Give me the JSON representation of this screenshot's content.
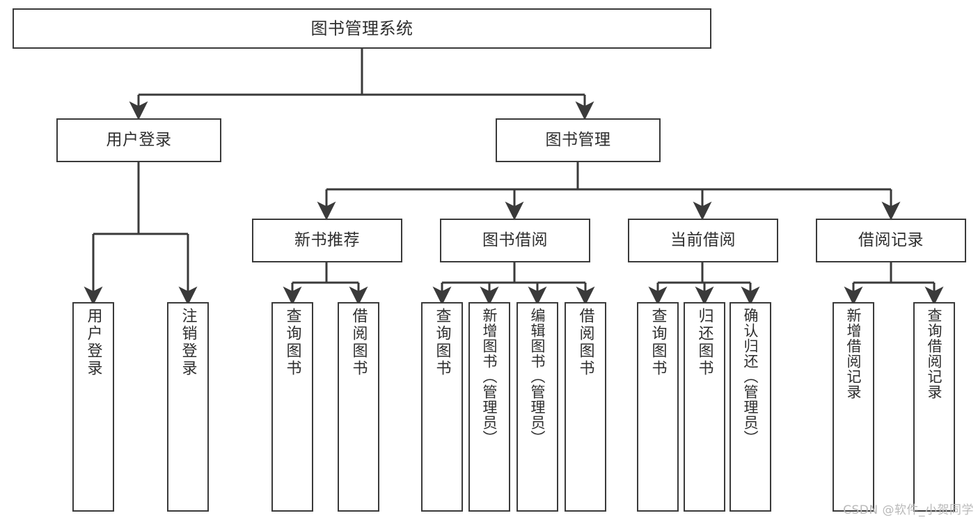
{
  "diagram": {
    "kind": "hierarchy-tree",
    "title": "图书管理系统",
    "watermark": "CSDN @软件_小贺同学",
    "colors": {
      "background": "#ffffff",
      "box_border": "#3a3a3a",
      "edge": "#3a3a3a",
      "text": "#2e2e2e",
      "watermark": "#b9b9b9"
    },
    "nodes": {
      "root": {
        "label": "图书管理系统",
        "level": 0
      },
      "user_login": {
        "label": "用户登录",
        "level": 1
      },
      "book_manage": {
        "label": "图书管理",
        "level": 1
      },
      "new_book_rec": {
        "label": "新书推荐",
        "level": 2
      },
      "book_borrow": {
        "label": "图书借阅",
        "level": 2
      },
      "current_borrow": {
        "label": "当前借阅",
        "level": 2
      },
      "borrow_record": {
        "label": "借阅记录",
        "level": 2
      },
      "leaf_user_login": {
        "label": "用户登录",
        "level": 3
      },
      "leaf_logout_login": {
        "label": "注销登录",
        "level": 3
      },
      "leaf_query_book_a": {
        "label": "查询图书",
        "level": 3
      },
      "leaf_borrow_book_a": {
        "label": "借阅图书",
        "level": 3
      },
      "leaf_query_book_b": {
        "label": "查询图书",
        "level": 3
      },
      "leaf_add_book_admin": {
        "label": "新增图书（管理员）",
        "level": 3
      },
      "leaf_edit_book_admin": {
        "label": "编辑图书（管理员）",
        "level": 3
      },
      "leaf_borrow_book_b": {
        "label": "借阅图书",
        "level": 3
      },
      "leaf_query_book_c": {
        "label": "查询图书",
        "level": 3
      },
      "leaf_return_book": {
        "label": "归还图书",
        "level": 3
      },
      "leaf_confirm_return_admin": {
        "label": "确认归还（管理员）",
        "level": 3
      },
      "leaf_add_borrow_record": {
        "label": "新增借阅记录",
        "level": 3
      },
      "leaf_query_borrow_record": {
        "label": "查询借阅记录",
        "level": 3
      }
    }
  }
}
